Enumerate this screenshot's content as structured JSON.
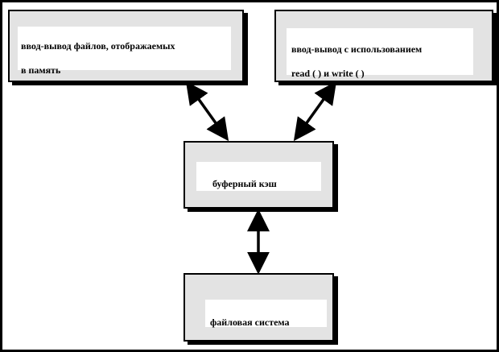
{
  "boxes": {
    "mmap_io": {
      "lines": [
        "ввод-вывод файлов, отображаемых",
        "в память"
      ]
    },
    "rw_io": {
      "lines": [
        "ввод-вывод с использованием",
        "read ( )  и write ( )"
      ]
    },
    "buffer_cache": {
      "lines": [
        "буферный кэш"
      ]
    },
    "file_system": {
      "lines": [
        "файловая система"
      ]
    }
  },
  "colors": {
    "box_fill": "#e3e3e3",
    "inner_fill": "#ffffff",
    "stroke": "#000000"
  }
}
